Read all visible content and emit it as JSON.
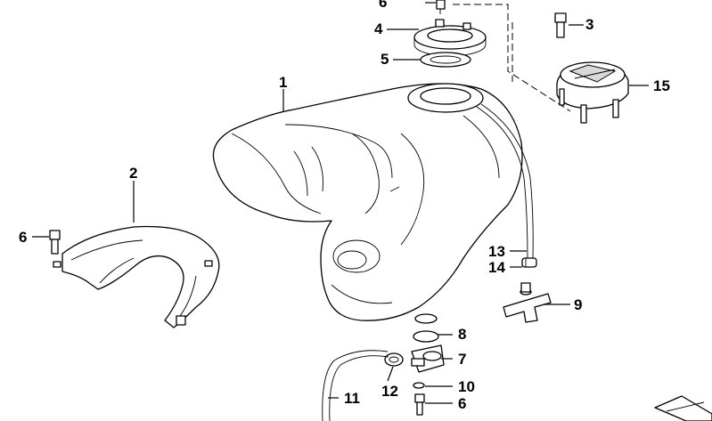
{
  "diagram": {
    "labels": {
      "p1": "1",
      "p2": "2",
      "p3": "3",
      "p4": "4",
      "p5": "5",
      "p6a": "6",
      "p6b": "6",
      "p6c": "6",
      "p7": "7",
      "p8": "8",
      "p9": "9",
      "p10": "10",
      "p11": "11",
      "p12": "12",
      "p13": "13",
      "p14": "14",
      "p15": "15"
    }
  }
}
